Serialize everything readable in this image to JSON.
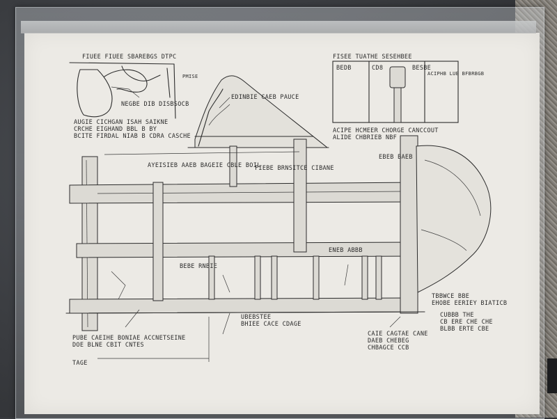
{
  "labels": {
    "top_left_title": "FIUEE FIUEE SBAREBGS DTPC",
    "top_left_note": "NEGBE DIB DISBSOCB",
    "top_left_block": [
      "AUGIE CICHGAN ISAH SAIKNE",
      "CRCHE EIGHAND BBL B BY",
      "BCITE FIRDAL NIAB B CDRA CASCHE"
    ],
    "roof_label": "EDINBIE CAEB PAUCE",
    "top_right_title": "FISEE TUATHE SESEHBEE",
    "top_right_small_1": "BEDB",
    "top_right_small_2": "CD8",
    "top_right_small_3": "BESBE",
    "top_right_small_4": "ACIPHB LUE BFBRBGB",
    "top_right_block": [
      "ACIPE HCMEER CHORGE CANCCOUT",
      "ALIDE CHBRIEB NBF"
    ],
    "right_tower_label": "EBEB BAEB",
    "beam_label_1": "AYEISIEB AAEB BAGEIE CBLE BOIL",
    "beam_label_2": "FIEBE BRNSITCE CIBANE",
    "center_label": "ENEB ABBB",
    "left_mid_label": "BEBE RNBIE",
    "bottom_center_label": [
      "UBEBSTEE",
      "BHIEE CACE CDAGE"
    ],
    "bottom_left_label": [
      "PUBE CAEIHE BONIAE ACCNETSEINE",
      "DOE BLNE CBIT CNTES"
    ],
    "bottom_left_corner": "TAGE",
    "bottom_right_center": [
      "CAIE CAGTAE CANE",
      "DAEB CHEBEG",
      "CHBAGCE CCB"
    ],
    "bottom_right_label_1": [
      "TBBWCE BBE",
      "EHOBE EERIEY BIATICB"
    ],
    "bottom_right_label_2": [
      "CUBBB THE",
      "CB ERE CHE CHE",
      "BLBB ERTE CBE"
    ]
  }
}
